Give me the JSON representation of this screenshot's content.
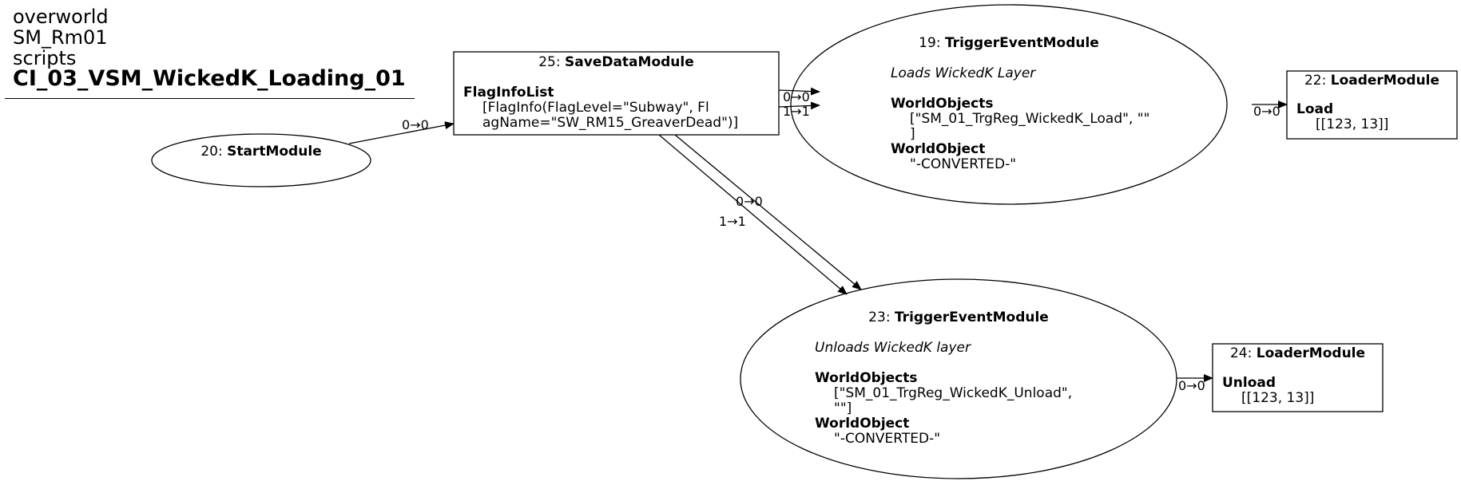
{
  "title": {
    "line1": "overworld",
    "line2": "SM_Rm01",
    "line3": "scripts",
    "line4": "CI_03_VSM_WickedK_Loading_01"
  },
  "nodes": {
    "n20": {
      "id": "20",
      "type": "StartModule"
    },
    "n25": {
      "id": "25",
      "type": "SaveDataModule",
      "prop_name": "FlagInfoList",
      "prop_line1": "[FlagInfo(FlagLevel=\"Subway\", Fl",
      "prop_line2": "agName=\"SW_RM15_GreaverDead\")]"
    },
    "n19": {
      "id": "19",
      "type": "TriggerEventModule",
      "comment": "Loads WickedK Layer",
      "prop1_name": "WorldObjects",
      "prop1_line1": "[\"SM_01_TrgReg_WickedK_Load\", \"\"",
      "prop1_line2": "]",
      "prop2_name": "WorldObject",
      "prop2_value": "\"-CONVERTED-\""
    },
    "n22": {
      "id": "22",
      "type": "LoaderModule",
      "prop_name": "Load",
      "prop_value": "[[123, 13]]"
    },
    "n23": {
      "id": "23",
      "type": "TriggerEventModule",
      "comment": "Unloads WickedK layer",
      "prop1_name": "WorldObjects",
      "prop1_line1": "[\"SM_01_TrgReg_WickedK_Unload\",",
      "prop1_line2": "\"\"]",
      "prop2_name": "WorldObject",
      "prop2_value": "\"-CONVERTED-\""
    },
    "n24": {
      "id": "24",
      "type": "LoaderModule",
      "prop_name": "Unload",
      "prop_value": "[[123, 13]]"
    }
  },
  "edges": {
    "e20_25": "0→0",
    "e25_19_a": "0→0",
    "e25_19_b": "1→1",
    "e25_23_a": "0→0",
    "e25_23_b": "1→1",
    "e19_22": "0→0",
    "e23_24": "0→0"
  }
}
